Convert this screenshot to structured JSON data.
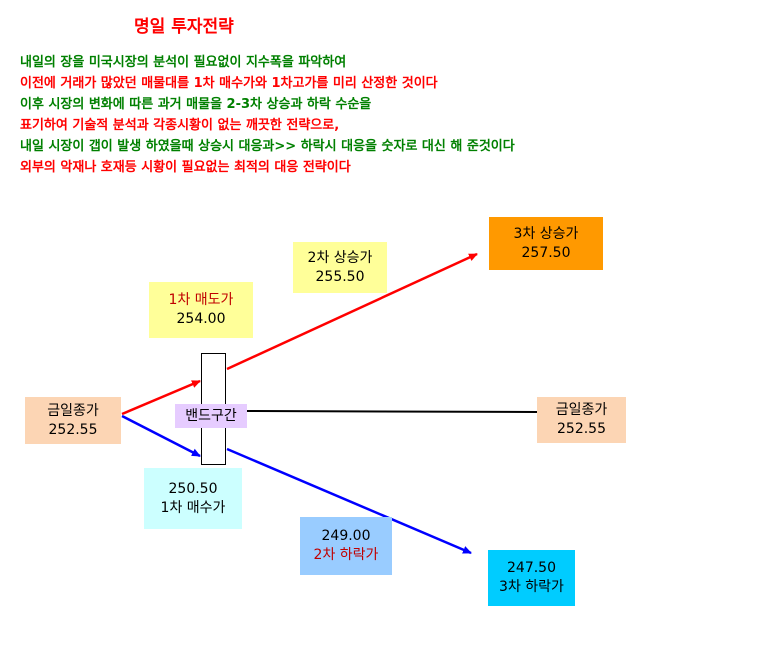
{
  "title": "명일 투자전략",
  "intro_lines": [
    {
      "text": "내일의 장을 미국시장의 분석이 필요없이 지수폭을 파악하여",
      "color": "#008000"
    },
    {
      "text": "이전에 거래가 많았던 매물대를 1차 매수가와 1차고가를 미리 산정한 것이다",
      "color": "#ff0000"
    },
    {
      "text": "이후 시장의 변화에 따른 과거 매물을 2-3차 상승과 하락 수순을",
      "color": "#008000"
    },
    {
      "text": "표기하여 기술적  분석과 각종시황이 없는 깨끗한 전략으로,",
      "color": "#ff0000"
    },
    {
      "text": "내일 시장이 갭이 발생 하였을때 상승시 대응과>> 하락시 대응을 숫자로 대신 해 준것이다",
      "color": "#008000"
    },
    {
      "text": "외부의 악재나 호재등  시황이 필요없는 최적의 대응 전략이다",
      "color": "#ff0000"
    }
  ],
  "boxes": {
    "close_left": {
      "label": "금일종가",
      "value": "252.55",
      "bg": "#fcd5b4"
    },
    "close_right": {
      "label": "금일종가",
      "value": "252.55",
      "bg": "#fcd5b4"
    },
    "sell1": {
      "label": "1차 매도가",
      "value": "254.00",
      "bg": "#ffff99"
    },
    "up2": {
      "label": "2차 상승가",
      "value": "255.50",
      "bg": "#ffff99"
    },
    "up3": {
      "label": "3차 상승가",
      "value": "257.50",
      "bg": "#ff9900"
    },
    "buy1": {
      "label": "1차 매수가",
      "value": "250.50",
      "bg": "#ccffff"
    },
    "down2": {
      "label": "2차 하락가",
      "value": "249.00",
      "bg": "#99ccff"
    },
    "down3": {
      "label": "3차 하락가",
      "value": "247.50",
      "bg": "#00ccff"
    }
  },
  "band_label": "밴드구간",
  "colors": {
    "up_arrow": "#ff0000",
    "down_arrow": "#0000ff",
    "flat_line": "#000000"
  }
}
